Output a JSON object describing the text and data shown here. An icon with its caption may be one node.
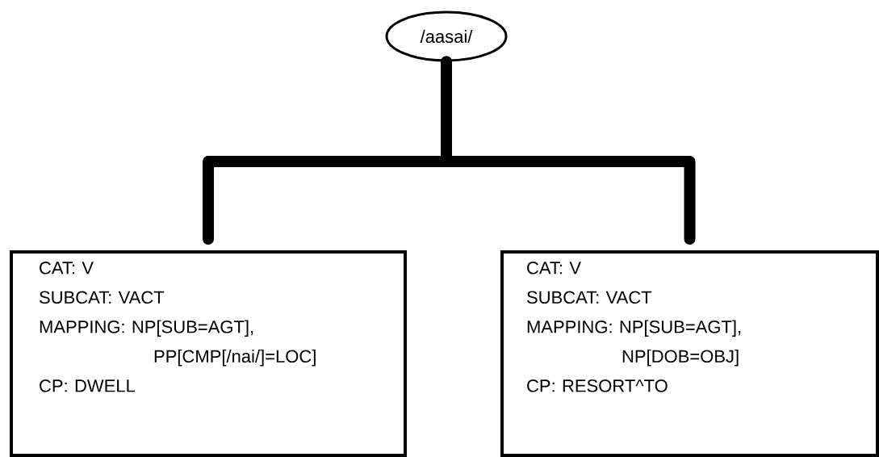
{
  "diagram": {
    "nodes": [
      {
        "text": [
          "/aasai/"
        ]
      },
      {
        "text": [
          "CAT: V",
          "SUBCAT: VACT",
          "MAPPING: NP[SUB=AGT], PP[CMP[/nai/]=LOC]",
          "CP: DWELL"
        ]
      },
      {
        "text": [
          "CAT: V",
          "SUBCAT: VACT",
          "MAPPING: NP[SUB=AGT], NP[DOB=OBJ]",
          "CP: RESORT^TO"
        ]
      }
    ],
    "edges": [
      {
        "from": 0,
        "to": 1,
        "arrow": "none"
      },
      {
        "from": 0,
        "to": 2,
        "arrow": "none"
      }
    ]
  }
}
